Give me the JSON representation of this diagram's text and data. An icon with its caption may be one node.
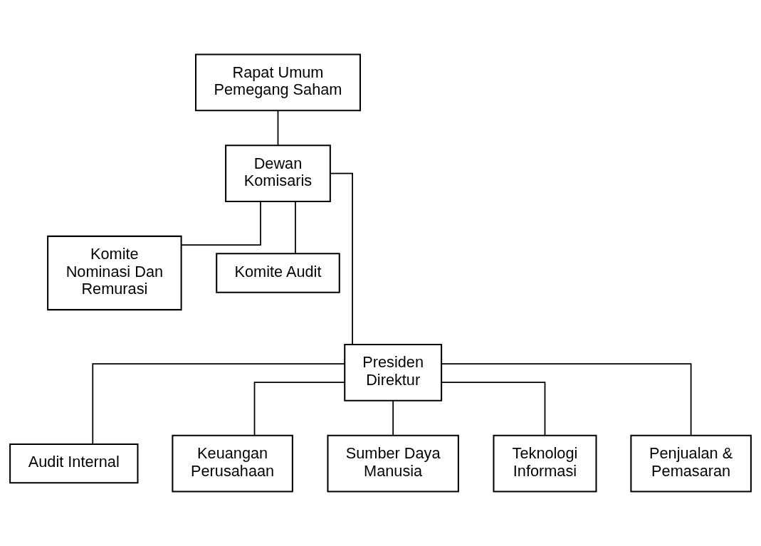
{
  "diagram": {
    "nodes": [
      {
        "text": [
          "Rapat Umum Pemegang Saham"
        ]
      },
      {
        "text": [
          "Dewan Komisaris"
        ]
      },
      {
        "text": [
          "Komite Nominasi Dan Remurasi"
        ]
      },
      {
        "text": [
          "Komite Audit"
        ]
      },
      {
        "text": [
          "Presiden Direktur"
        ]
      },
      {
        "text": [
          "Audit Internal"
        ]
      },
      {
        "text": [
          "Keuangan Perusahaan"
        ]
      },
      {
        "text": [
          "Sumber Daya Manusia"
        ]
      },
      {
        "text": [
          "Teknologi Informasi"
        ]
      },
      {
        "text": [
          "Penjualan & Pemasaran"
        ]
      }
    ],
    "edges": [
      {
        "from": 0,
        "to": 1,
        "arrow": "none"
      },
      {
        "from": 1,
        "to": 4,
        "arrow": "none"
      },
      {
        "from": 1,
        "to": 2,
        "arrow": "none"
      },
      {
        "from": 1,
        "to": 3,
        "arrow": "none"
      },
      {
        "from": 4,
        "to": 5,
        "arrow": "none"
      },
      {
        "from": 4,
        "to": 6,
        "arrow": "none"
      },
      {
        "from": 4,
        "to": 7,
        "arrow": "none"
      },
      {
        "from": 4,
        "to": 8,
        "arrow": "none"
      },
      {
        "from": 4,
        "to": 9,
        "arrow": "none"
      }
    ]
  }
}
